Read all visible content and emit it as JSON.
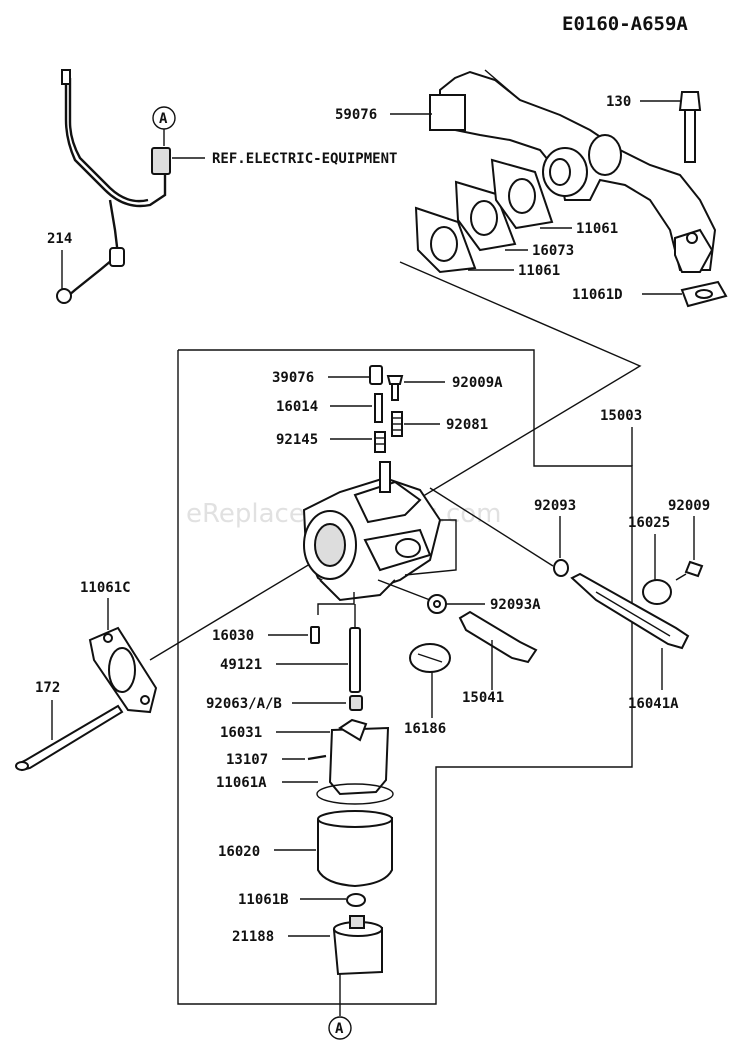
{
  "diagram_code": "E0160-A659A",
  "watermark": "eReplacementParts.com",
  "callout_letter": "A",
  "ref_note": "REF.ELECTRIC-EQUIPMENT",
  "parts": {
    "p214": "214",
    "p59076": "59076",
    "p130": "130",
    "p11061_top": "11061",
    "p16073": "16073",
    "p11061_mid": "11061",
    "p11061D": "11061D",
    "p39076": "39076",
    "p92009A": "92009A",
    "p16014": "16014",
    "p92081": "92081",
    "p92145": "92145",
    "p15003": "15003",
    "p92093": "92093",
    "p92009": "92009",
    "p16025": "16025",
    "p11061C": "11061C",
    "p92093A": "92093A",
    "p16030": "16030",
    "p49121": "49121",
    "p15041": "15041",
    "p16041A": "16041A",
    "p172": "172",
    "p92063": "92063/A/B",
    "p16186": "16186",
    "p16031": "16031",
    "p13107": "13107",
    "p11061A": "11061A",
    "p16020": "16020",
    "p11061B": "11061B",
    "p21188": "21188"
  }
}
